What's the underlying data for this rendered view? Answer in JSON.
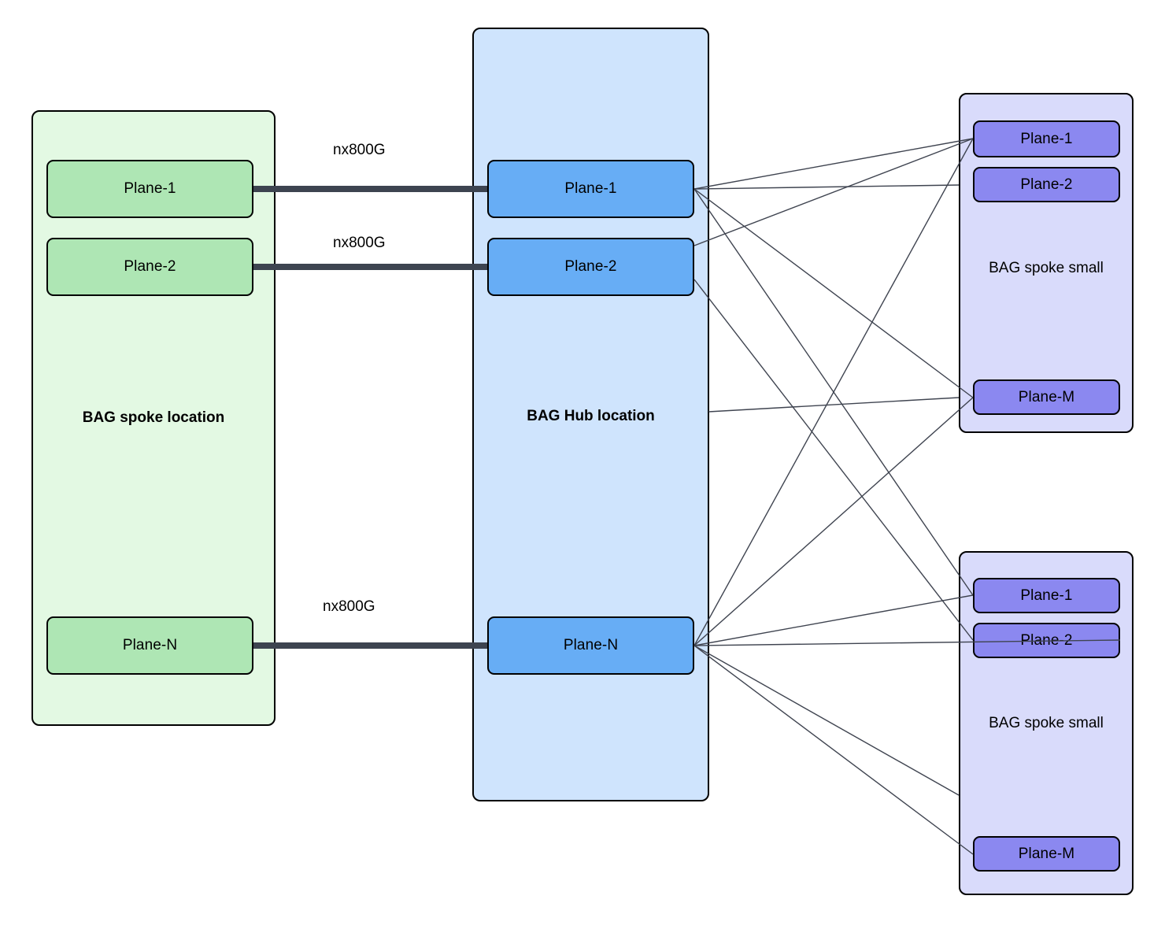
{
  "diagram": {
    "title": "BAG hub-and-spoke plane interconnect",
    "colors": {
      "spoke_area_fill": "#e3f9e3",
      "spoke_node_fill": "#aee6b4",
      "hub_area_fill": "#cfe4fd",
      "hub_node_fill": "#67adf5",
      "small_area_fill": "#d9dbfb",
      "small_node_fill": "#8b88f0",
      "outline": "#000000",
      "trunk_link": "#3d4450",
      "fan_link": "#3f4450"
    }
  },
  "spoke_location": {
    "label": "BAG spoke location",
    "nodes": [
      {
        "label": "Plane-1"
      },
      {
        "label": "Plane-2"
      },
      {
        "label": "Plane-N"
      }
    ]
  },
  "hub_location": {
    "label": "BAG Hub location",
    "nodes": [
      {
        "label": "Plane-1"
      },
      {
        "label": "Plane-2"
      },
      {
        "label": "Plane-N"
      }
    ]
  },
  "spoke_small_top": {
    "label": "BAG spoke small",
    "nodes": [
      {
        "label": "Plane-1"
      },
      {
        "label": "Plane-2"
      },
      {
        "label": "Plane-M"
      }
    ]
  },
  "spoke_small_bottom": {
    "label": "BAG spoke small",
    "nodes": [
      {
        "label": "Plane-1"
      },
      {
        "label": "Plane-2"
      },
      {
        "label": "Plane-M"
      }
    ]
  },
  "trunk_links": [
    {
      "label": "nx800G",
      "from": "spoke Plane-1",
      "to": "hub Plane-1"
    },
    {
      "label": "nx800G",
      "from": "spoke Plane-2",
      "to": "hub Plane-2"
    },
    {
      "label": "nx800G",
      "from": "spoke Plane-N",
      "to": "hub Plane-N"
    }
  ]
}
